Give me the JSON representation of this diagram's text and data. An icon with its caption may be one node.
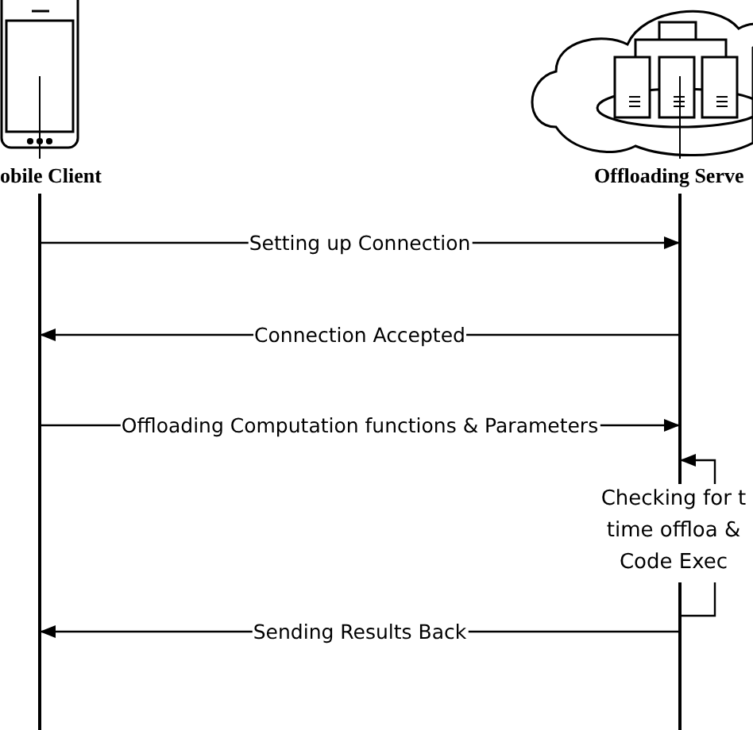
{
  "diagram": {
    "nodes": [
      {
        "text": [
          "obile Client"
        ]
      },
      {
        "text": [
          "Offloading Serve"
        ]
      },
      {
        "text": [],
        "shape": "bar"
      },
      {
        "text": [],
        "shape": "bar"
      },
      {
        "text": [
          "Checking for t time offloa & Code Exec"
        ]
      }
    ],
    "edges": [
      {
        "from": 2,
        "to": 3,
        "arrow": "to",
        "label": "Setting up Connection"
      },
      {
        "from": 3,
        "to": 2,
        "arrow": "to",
        "label": "Connection Accepted"
      },
      {
        "from": 2,
        "to": 3,
        "arrow": "to",
        "label": "Offloading Computation functions & Parameters"
      },
      {
        "from": 4,
        "to": 3,
        "arrow": "to"
      },
      {
        "from": 3,
        "to": 4,
        "arrow": "none"
      },
      {
        "from": 3,
        "to": 2,
        "arrow": "to",
        "label": "Sending Results Back"
      }
    ]
  }
}
